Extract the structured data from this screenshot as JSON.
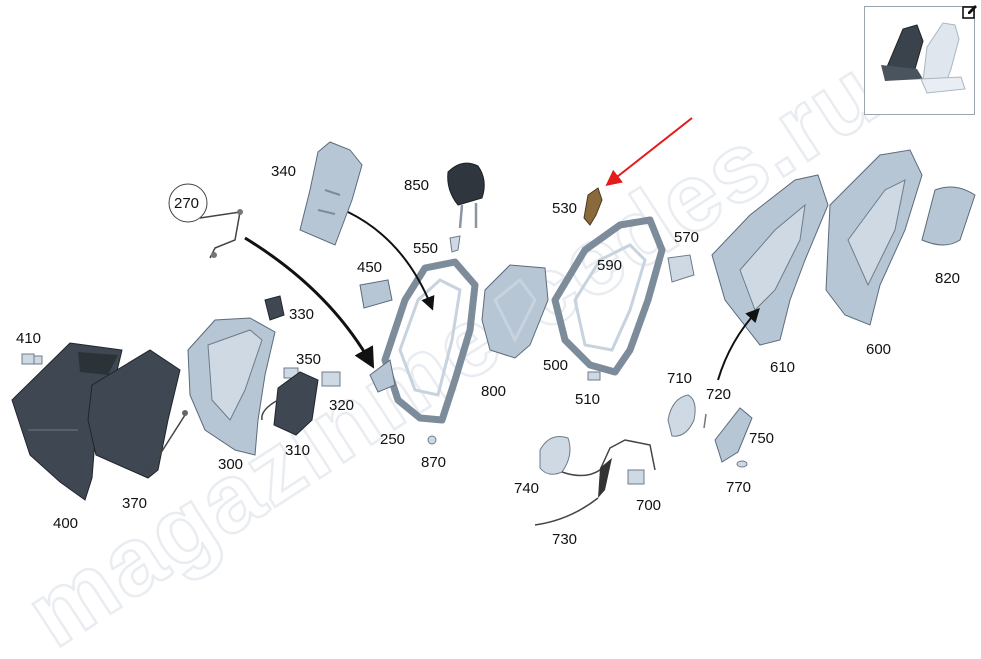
{
  "callouts": {
    "c270": "270",
    "c340": "340",
    "c850": "850",
    "c530": "530",
    "c550": "550",
    "c450": "450",
    "c570": "570",
    "c590": "590",
    "c820": "820",
    "c330": "330",
    "c410": "410",
    "c350": "350",
    "c320": "320",
    "c800": "800",
    "c500": "500",
    "c610": "610",
    "c600": "600",
    "c710": "710",
    "c720": "720",
    "c510": "510",
    "c250": "250",
    "c750": "750",
    "c310": "310",
    "c870": "870",
    "c300": "300",
    "c740": "740",
    "c770": "770",
    "c370": "370",
    "c700": "700",
    "c400": "400",
    "c730": "730"
  },
  "watermark": "magazinmercedes.ru",
  "colors": {
    "part": "#b7c6d5",
    "dark_trim": "#3f4852",
    "highlight_arrow": "#e31b1b",
    "thumbnail_border": "#9aa5b0"
  },
  "icons": {
    "edit": "edit-icon"
  }
}
